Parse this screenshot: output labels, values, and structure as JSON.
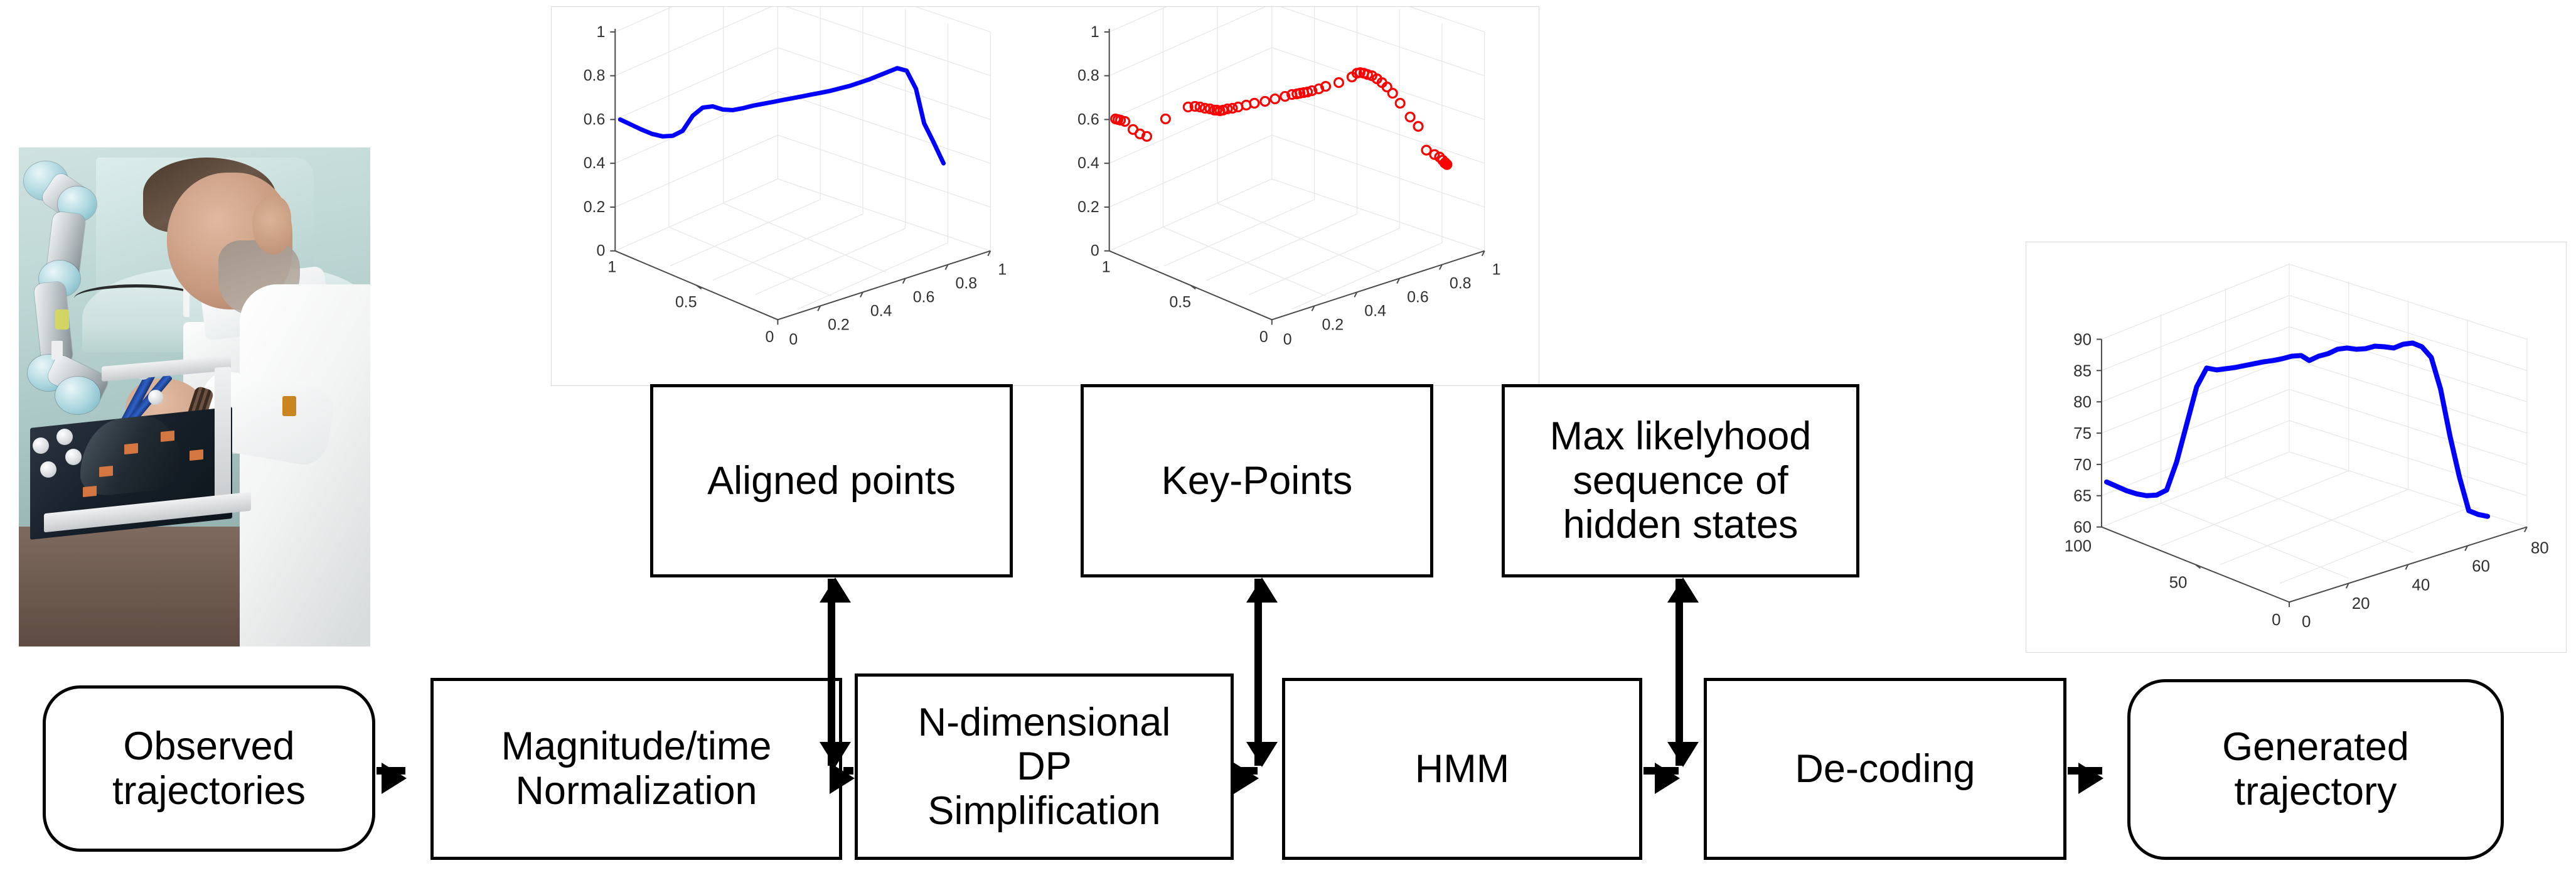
{
  "figure": {
    "title": "Trajectory learning pipeline block diagram"
  },
  "photo": {
    "caption_alt": "Researcher in white lab coat guiding a collaborative robot arm over an instrumented specimen plate next to an ultrasound scanner"
  },
  "pipeline": {
    "nodes": [
      {
        "id": "observed-trajectories",
        "label": "Observed\ntrajectories",
        "shape": "rounded"
      },
      {
        "id": "magnitude-time-normalization",
        "label": "Magnitude/time\nNormalization",
        "shape": "rect"
      },
      {
        "id": "n-dimensional-dp-simplification",
        "label": "N-dimensional\nDP\nSimplification",
        "shape": "rect"
      },
      {
        "id": "hmm",
        "label": "HMM",
        "shape": "rect"
      },
      {
        "id": "de-coding",
        "label": "De-coding",
        "shape": "rect"
      },
      {
        "id": "generated-trajectory",
        "label": "Generated\ntrajectory",
        "shape": "rounded"
      }
    ],
    "annotations": [
      {
        "id": "aligned-points",
        "label": "Aligned points"
      },
      {
        "id": "key-points",
        "label": "Key-Points"
      },
      {
        "id": "max-likelyhood-sequence",
        "label": "Max likelyhood\nsequence of\nhidden states"
      }
    ],
    "colors": {
      "stroke": "#000000",
      "fill": "#ffffff",
      "plot_line": "#0000ff",
      "plot_marker": "#ff0000",
      "panel_border": "#d9d9d9"
    }
  },
  "chart_data": [
    {
      "id": "aligned-points-plot",
      "type": "line",
      "projection": "3d",
      "title": "",
      "xlabel": "",
      "ylabel": "",
      "zlabel": "",
      "line_color": "#0000ff",
      "grid": true,
      "xlim": [
        0,
        1
      ],
      "ylim": [
        0,
        1
      ],
      "zlim": [
        0,
        1
      ],
      "xticks": [
        0,
        0.2,
        0.4,
        0.6,
        0.8,
        1
      ],
      "yticks": [
        0,
        0.5,
        1
      ],
      "zticks": [
        0,
        0.2,
        0.4,
        0.6,
        0.8,
        1
      ],
      "x": [
        0.0,
        0.03,
        0.06,
        0.09,
        0.12,
        0.15,
        0.18,
        0.21,
        0.24,
        0.27,
        0.3,
        0.33,
        0.36,
        0.39,
        0.42,
        0.45,
        0.48,
        0.51,
        0.54,
        0.57,
        0.6,
        0.63,
        0.66,
        0.69,
        0.72,
        0.75,
        0.78,
        0.81,
        0.84,
        0.87,
        0.9,
        0.93,
        0.96,
        1.0
      ],
      "z": [
        0.675,
        0.655,
        0.632,
        0.612,
        0.6,
        0.601,
        0.625,
        0.695,
        0.73,
        0.735,
        0.72,
        0.718,
        0.726,
        0.735,
        0.742,
        0.75,
        0.757,
        0.764,
        0.772,
        0.78,
        0.786,
        0.795,
        0.805,
        0.815,
        0.828,
        0.842,
        0.856,
        0.872,
        0.887,
        0.88,
        0.8,
        0.64,
        0.56,
        0.455
      ]
    },
    {
      "id": "key-points-plot",
      "type": "scatter",
      "projection": "3d",
      "title": "",
      "xlabel": "",
      "ylabel": "",
      "zlabel": "",
      "marker_color": "#ff0000",
      "marker": "o",
      "grid": true,
      "xlim": [
        0,
        1
      ],
      "ylim": [
        0,
        1
      ],
      "zlim": [
        0,
        1
      ],
      "xticks": [
        0,
        0.2,
        0.4,
        0.6,
        0.8,
        1
      ],
      "yticks": [
        0,
        0.5,
        1
      ],
      "zticks": [
        0,
        0.2,
        0.4,
        0.6,
        0.8,
        1
      ],
      "x": [
        0.005,
        0.012,
        0.02,
        0.032,
        0.055,
        0.075,
        0.095,
        0.15,
        0.215,
        0.235,
        0.25,
        0.265,
        0.28,
        0.292,
        0.3,
        0.308,
        0.318,
        0.33,
        0.345,
        0.362,
        0.385,
        0.41,
        0.44,
        0.47,
        0.5,
        0.52,
        0.535,
        0.545,
        0.555,
        0.566,
        0.58,
        0.6,
        0.62,
        0.66,
        0.7,
        0.715,
        0.725,
        0.735,
        0.748,
        0.76,
        0.775,
        0.79,
        0.805,
        0.822,
        0.845,
        0.875,
        0.9,
        0.925,
        0.95,
        0.965,
        0.975,
        0.985,
        0.995
      ],
      "z": [
        0.678,
        0.676,
        0.674,
        0.668,
        0.632,
        0.612,
        0.6,
        0.68,
        0.735,
        0.736,
        0.733,
        0.73,
        0.726,
        0.722,
        0.72,
        0.719,
        0.722,
        0.726,
        0.73,
        0.735,
        0.742,
        0.75,
        0.758,
        0.768,
        0.778,
        0.786,
        0.79,
        0.793,
        0.796,
        0.798,
        0.804,
        0.812,
        0.822,
        0.84,
        0.866,
        0.884,
        0.886,
        0.882,
        0.878,
        0.87,
        0.856,
        0.838,
        0.818,
        0.79,
        0.742,
        0.68,
        0.636,
        0.528,
        0.508,
        0.496,
        0.48,
        0.47,
        0.462
      ]
    },
    {
      "id": "generated-trajectory-plot",
      "type": "line",
      "projection": "3d",
      "title": "",
      "xlabel": "",
      "ylabel": "",
      "zlabel": "",
      "line_color": "#0000ff",
      "grid": true,
      "xlim": [
        0,
        80
      ],
      "ylim": [
        0,
        100
      ],
      "zlim": [
        60,
        90
      ],
      "xticks": [
        0,
        20,
        40,
        60,
        80
      ],
      "yticks": [
        0,
        50,
        100
      ],
      "zticks": [
        60,
        65,
        70,
        75,
        80,
        85,
        90
      ],
      "x": [
        0,
        2,
        4,
        6,
        8,
        10,
        12,
        14,
        16,
        18,
        20,
        22,
        24,
        26,
        28,
        30,
        32,
        34,
        36,
        38,
        40,
        42,
        44,
        46,
        48,
        50,
        52,
        54,
        56,
        58,
        60,
        62,
        64,
        66,
        68,
        70,
        72,
        74,
        76,
        78,
        80
      ],
      "z": [
        67.3,
        66.6,
        65.9,
        65.4,
        65.1,
        65.2,
        66.0,
        70.5,
        76.5,
        82.5,
        85.4,
        85.1,
        85.3,
        85.5,
        85.8,
        86.1,
        86.4,
        86.6,
        86.9,
        87.3,
        87.4,
        86.6,
        87.3,
        87.7,
        88.4,
        88.6,
        88.4,
        88.5,
        88.9,
        88.8,
        88.6,
        89.2,
        89.4,
        88.8,
        87.1,
        82.0,
        74.5,
        68.0,
        62.6,
        62.0,
        61.8
      ]
    }
  ]
}
